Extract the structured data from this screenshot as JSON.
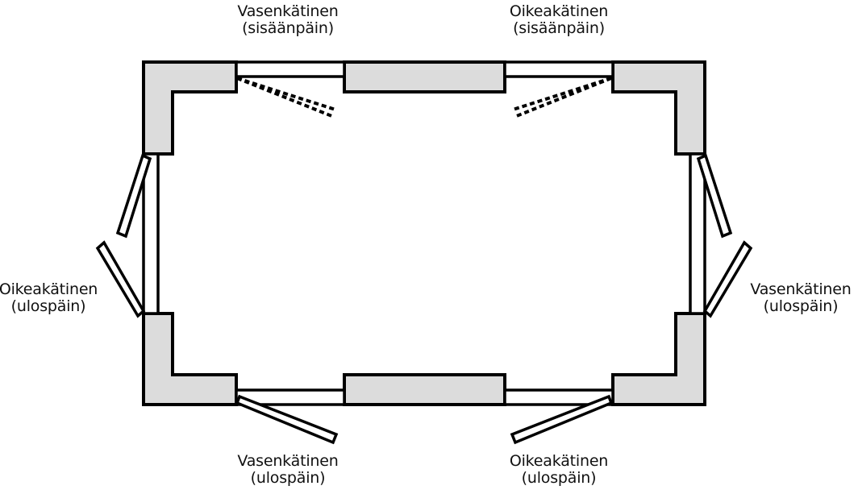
{
  "colors": {
    "wall_fill": "#dcdcdc",
    "line": "#000000",
    "background": "#ffffff"
  },
  "labels": {
    "top_left": {
      "line1": "Vasenkätinen",
      "line2": "(sisäänpäin)"
    },
    "top_right": {
      "line1": "Oikeakätinen",
      "line2": "(sisäänpäin)"
    },
    "left": {
      "line1": "Oikeakätinen",
      "line2": "(ulospäin)"
    },
    "right": {
      "line1": "Vasenkätinen",
      "line2": "(ulospäin)"
    },
    "bottom_left": {
      "line1": "Vasenkätinen",
      "line2": "(ulospäin)"
    },
    "bottom_right": {
      "line1": "Oikeakätinen",
      "line2": "(ulospäin)"
    }
  }
}
